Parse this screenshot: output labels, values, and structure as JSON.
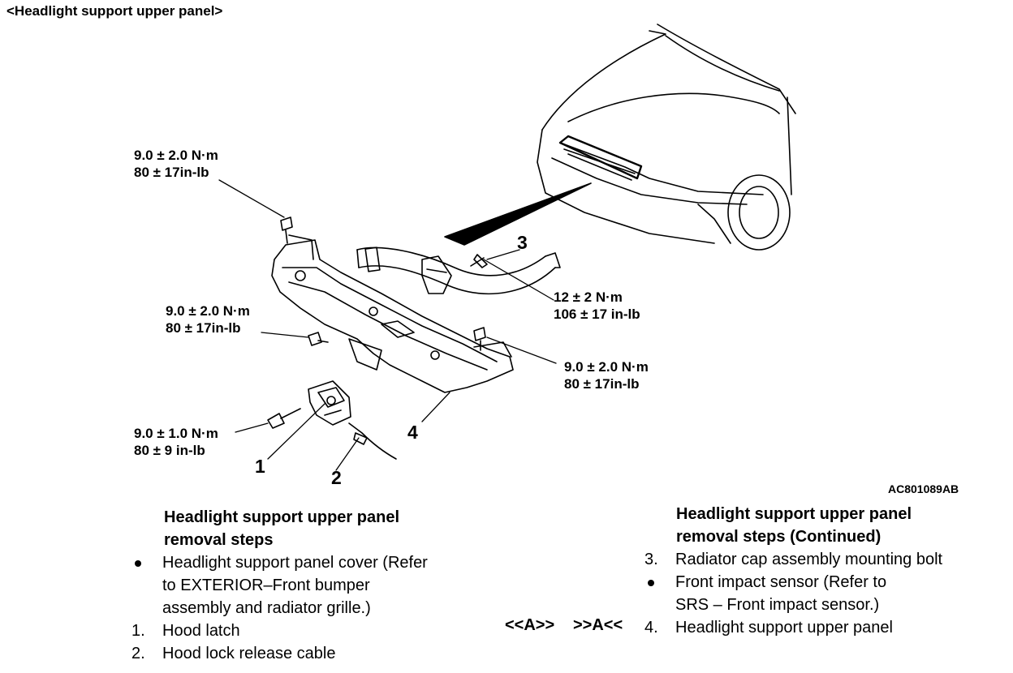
{
  "header": "<Headlight support upper panel>",
  "figure_id": "AC801089AB",
  "torque_specs": [
    {
      "metric": "9.0 ± 2.0 N·m",
      "imperial": "80 ± 17in-lb"
    },
    {
      "metric": "9.0 ± 2.0 N·m",
      "imperial": "80 ± 17in-lb"
    },
    {
      "metric": "9.0 ± 2.0 N·m",
      "imperial": "80 ± 17in-lb"
    },
    {
      "metric": "9.0 ± 1.0 N·m",
      "imperial": "80 ± 9 in-lb"
    },
    {
      "metric": "12 ± 2 N·m",
      "imperial": "106 ± 17 in-lb"
    }
  ],
  "callouts": [
    "1",
    "2",
    "3",
    "4"
  ],
  "steps_left": {
    "title_line1": "Headlight support upper panel",
    "title_line2": "removal steps",
    "items": [
      {
        "marker": "•",
        "lines": [
          "Headlight support panel cover (Refer",
          "to EXTERIOR–Front bumper",
          "assembly and radiator grille.)"
        ]
      },
      {
        "marker": "1.",
        "lines": [
          "Hood latch"
        ]
      },
      {
        "marker": "2.",
        "lines": [
          "Hood lock release cable"
        ]
      }
    ]
  },
  "steps_right": {
    "title_line1": "Headlight support upper panel",
    "title_line2": "removal steps (Continued)",
    "items": [
      {
        "marker": "3.",
        "lines": [
          "Radiator cap assembly mounting bolt"
        ]
      },
      {
        "marker": "•",
        "lines": [
          "Front impact sensor (Refer to",
          "SRS – Front impact sensor.)"
        ]
      },
      {
        "marker": "4.",
        "lines": [
          "Headlight support upper panel"
        ]
      }
    ],
    "refs": [
      "<<A>>",
      ">>A<<"
    ]
  }
}
